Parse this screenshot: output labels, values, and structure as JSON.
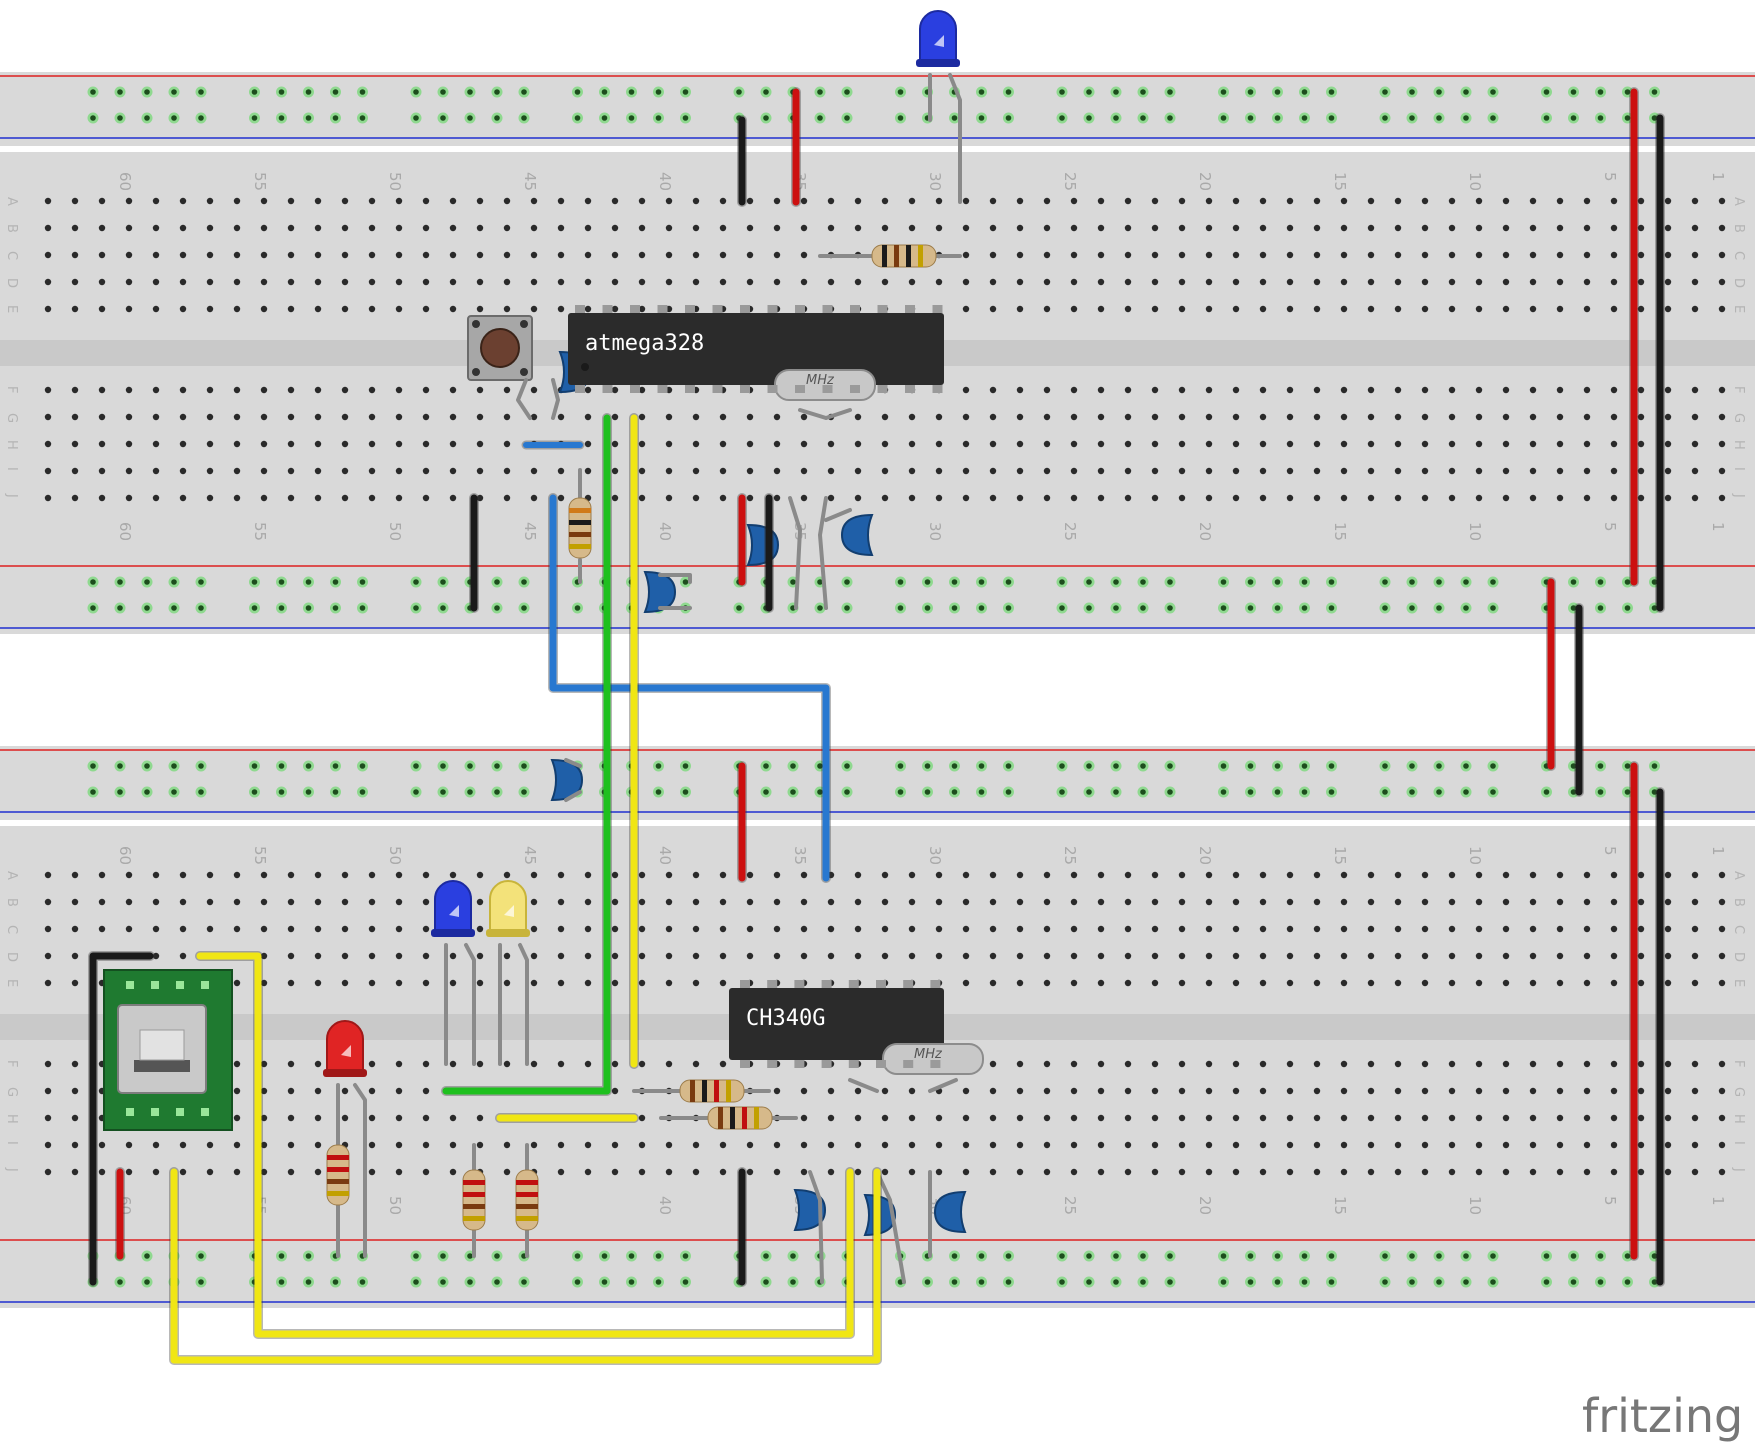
{
  "brand": {
    "text": "fritzing"
  },
  "chips": {
    "mcu": {
      "label": "atmega328",
      "pins_per_side": 14
    },
    "usb_serial": {
      "label": "CH340G",
      "pins_per_side": 8
    }
  },
  "crystals": {
    "label": "MHz"
  },
  "breadboard": {
    "columns": 63,
    "rows_top": [
      "A",
      "B",
      "C",
      "D",
      "E"
    ],
    "rows_bottom": [
      "F",
      "G",
      "H",
      "I",
      "J"
    ],
    "column_numbers": [
      "60",
      "55",
      "50",
      "45",
      "40",
      "35",
      "30",
      "25",
      "20",
      "15",
      "10",
      "5",
      "1"
    ]
  },
  "colors": {
    "board": "#d9d9d9",
    "rail_red": "#dd2020",
    "rail_blue": "#2030d0",
    "wire_red": "#cc1010",
    "wire_black": "#1a1a1a",
    "wire_blue": "#2878d0",
    "wire_green": "#1ec01e",
    "wire_yellow": "#f0e614",
    "chip": "#2b2b2b",
    "pcb_green": "#1f7a30"
  },
  "components": [
    "tact-switch",
    "led-blue",
    "led-blue",
    "led-yellow",
    "led-red",
    "mini-usb-module"
  ]
}
